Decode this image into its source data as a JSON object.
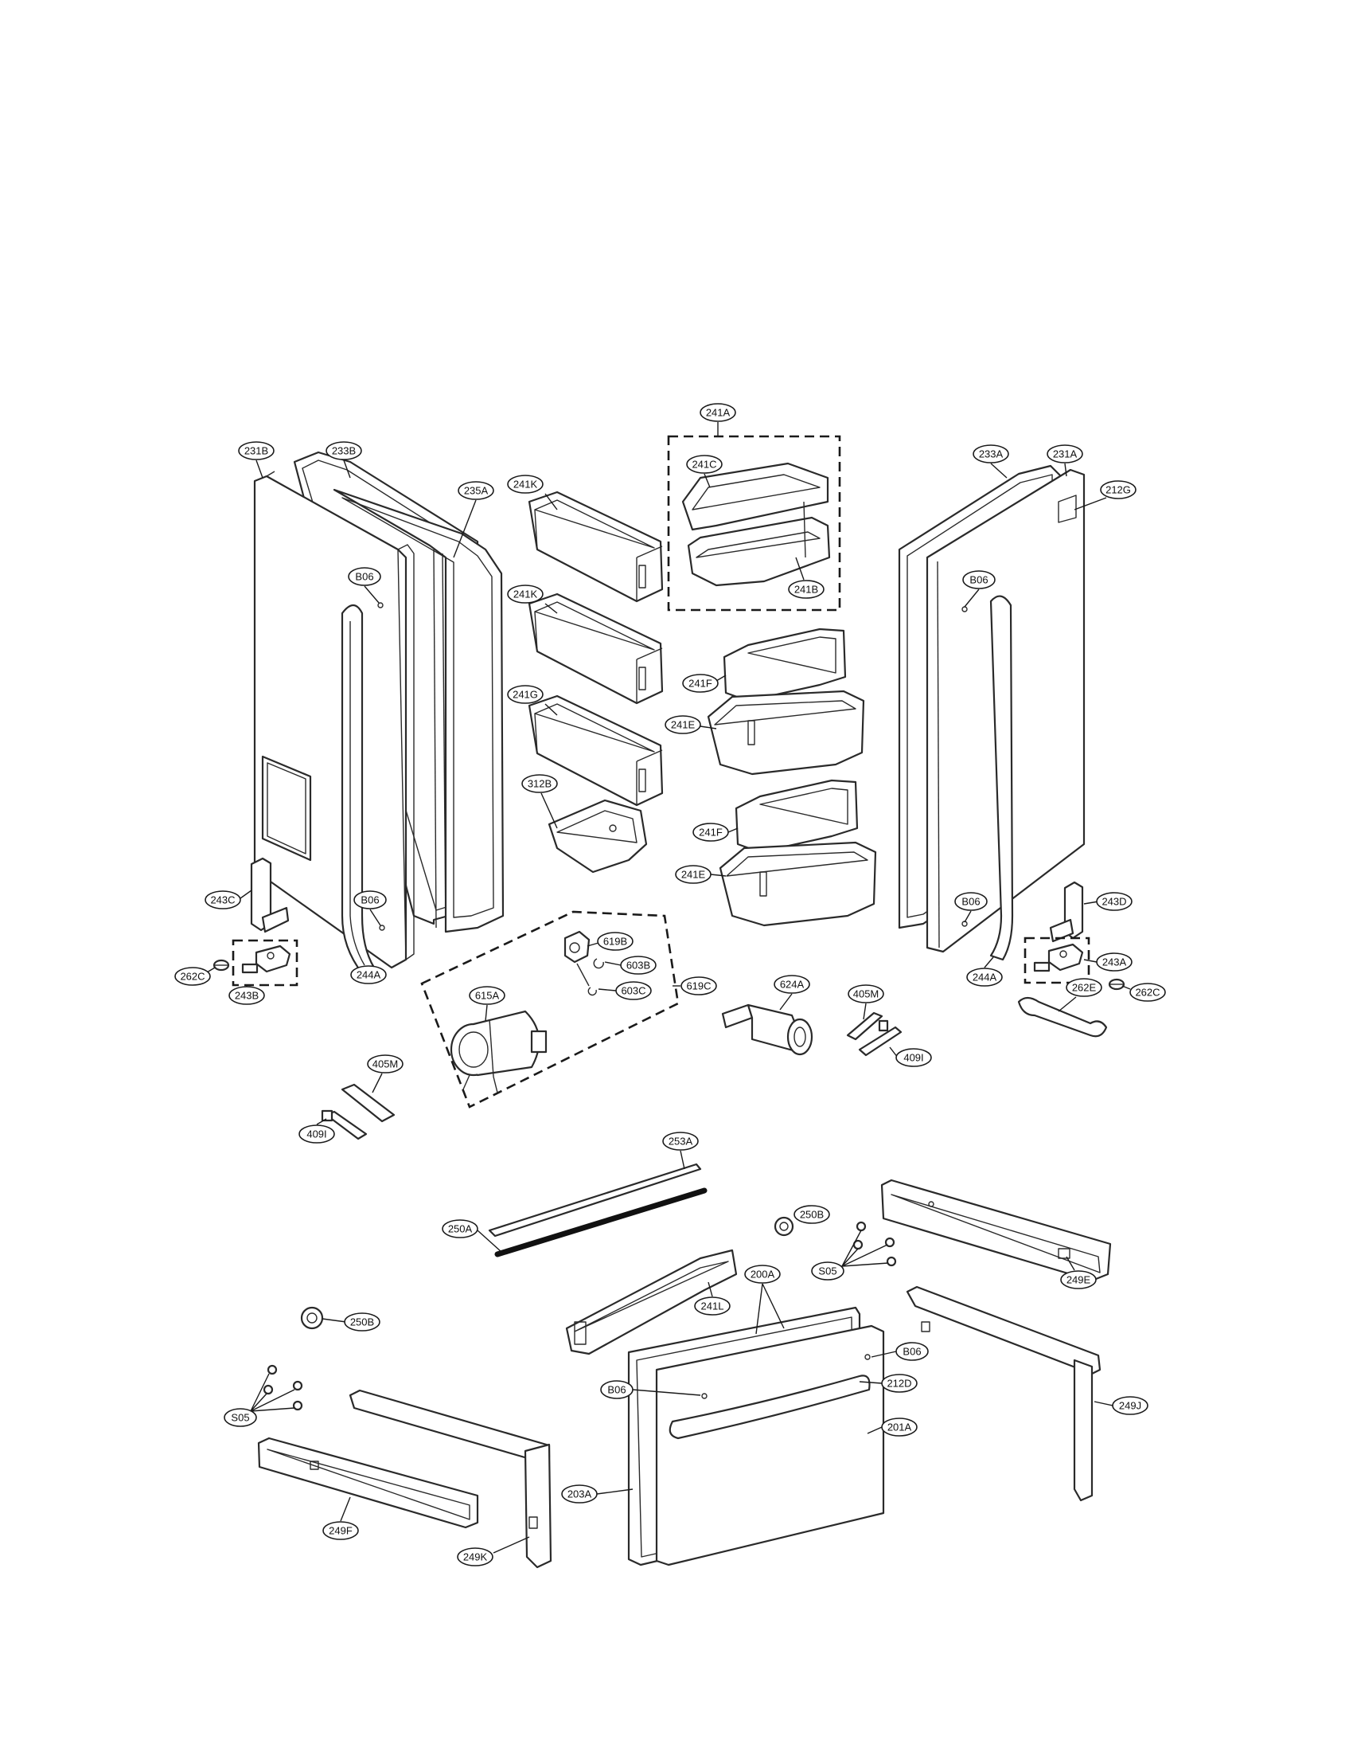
{
  "labels": {
    "l231B": "231B",
    "l233B": "233B",
    "l235A": "235A",
    "l241K1": "241K",
    "l241K2": "241K",
    "l241G": "241G",
    "l241A": "241A",
    "l241C": "241C",
    "l241B": "241B",
    "l233A": "233A",
    "l231A": "231A",
    "l212G": "212G",
    "lB06a": "B06",
    "lB06b": "B06",
    "lB06c": "B06",
    "lB06d": "B06",
    "l241F1": "241F",
    "l241E1": "241E",
    "l241F2": "241F",
    "l241E2": "241E",
    "l312B": "312B",
    "l243C": "243C",
    "l262C1": "262C",
    "l243B": "243B",
    "l244A1": "244A",
    "l619B": "619B",
    "l603B": "603B",
    "l603C": "603C",
    "l615A": "615A",
    "l619C": "619C",
    "l624A": "624A",
    "l405M1": "405M",
    "l409I1": "409I",
    "l405M2": "405M",
    "l409I2": "409I",
    "l243D": "243D",
    "l243A": "243A",
    "l244A2": "244A",
    "l262E": "262E",
    "l262C2": "262C",
    "l253A": "253A",
    "l250A": "250A",
    "l250B1": "250B",
    "lS05a": "S05",
    "l249E": "249E",
    "l241L": "241L",
    "l200A": "200A",
    "lB06e": "B06",
    "lB06f": "B06",
    "l212D": "212D",
    "l201A": "201A",
    "l249J": "249J",
    "l250B2": "250B",
    "lS05b": "S05",
    "l249F": "249F",
    "l249K": "249K",
    "l203A": "203A"
  }
}
